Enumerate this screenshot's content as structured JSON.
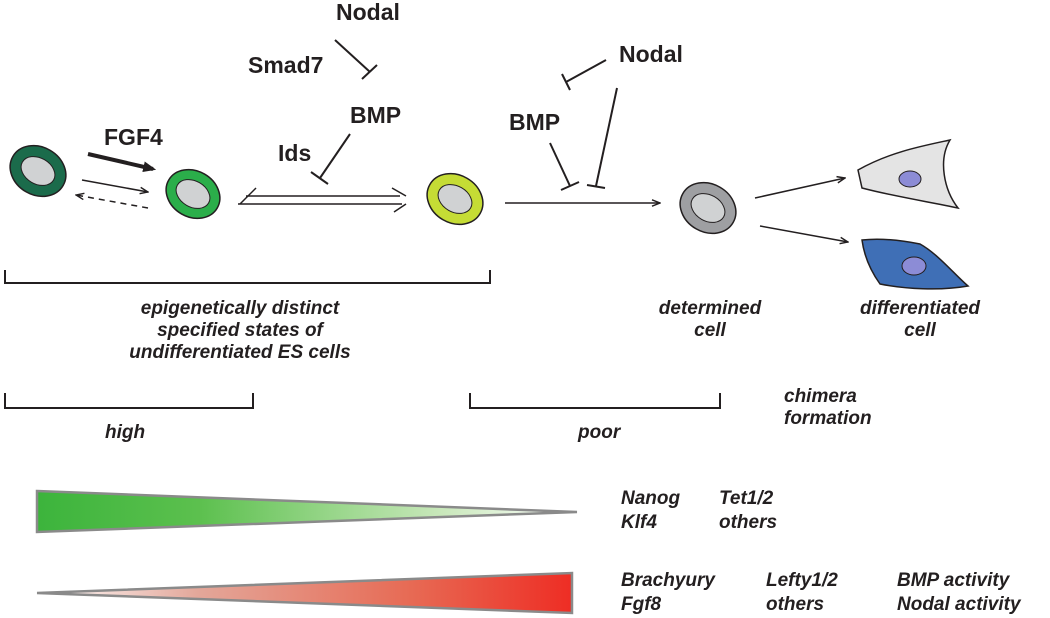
{
  "regulators": {
    "nodal_top": "Nodal",
    "smad7": "Smad7",
    "bmp_top": "BMP",
    "ids": "Ids",
    "fgf4": "FGF4",
    "bmp_right": "BMP",
    "nodal_right": "Nodal"
  },
  "captions": {
    "es_states": [
      "epigenetically distinct",
      "specified states of",
      "undifferentiated ES cells"
    ],
    "determined": [
      "determined",
      "cell"
    ],
    "differentiated": [
      "differentiated",
      "cell"
    ],
    "chimera": [
      "chimera",
      "formation"
    ],
    "high": "high",
    "poor": "poor"
  },
  "gradients": {
    "green": {
      "color": "#3cb43c",
      "labels": [
        "Nanog",
        "Klf4",
        "Tet1/2",
        "others"
      ]
    },
    "red": {
      "color": "#ee2d24",
      "labels": [
        "Brachyury",
        "Fgf8",
        "Lefty1/2",
        "others",
        "BMP activity",
        "Nodal activity"
      ]
    }
  },
  "cells": {
    "colors": [
      "#1b6b4b",
      "#2bae4a",
      "#c5dc35",
      "#9e9fa2"
    ],
    "differentiated_colors": [
      "#e4e4e4",
      "#3f6fb6"
    ]
  }
}
